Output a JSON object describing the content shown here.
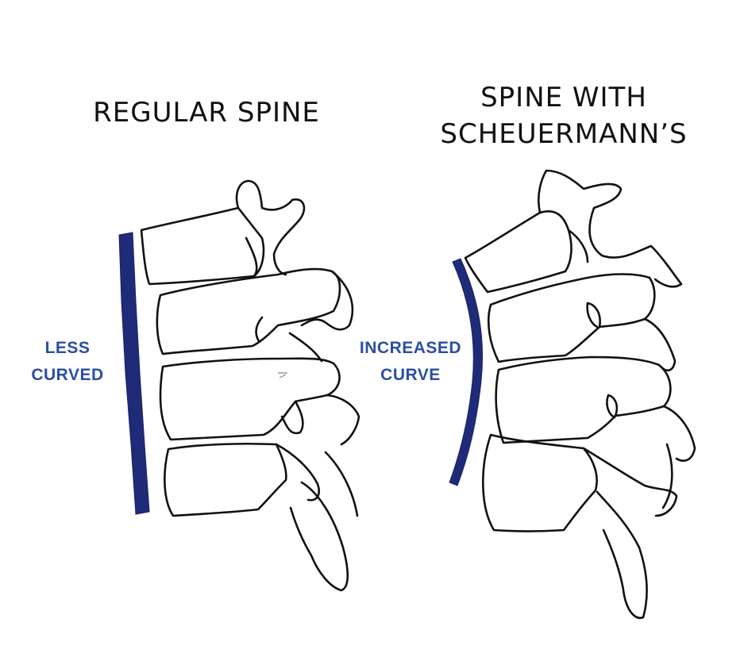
{
  "titles": {
    "regular": "REGULAR SPINE",
    "scheuermann_line1": "SPINE WITH",
    "scheuermann_line2": "SCHEUERMANN’S"
  },
  "labels": {
    "left_line1": "LESS",
    "left_line2": "CURVED",
    "right_line1": "INCREASED",
    "right_line2": "CURVE"
  },
  "colors": {
    "curve_bar": "#1f2a78",
    "label_text": "#2a4fa0",
    "outline": "#111111"
  }
}
